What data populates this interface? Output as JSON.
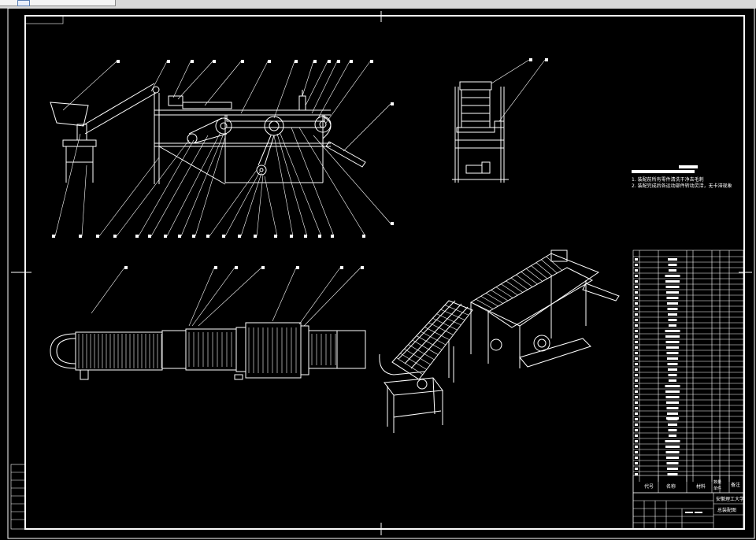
{
  "window": {
    "tab_icon": "document-icon"
  },
  "title_block": {
    "header_code": "代号",
    "header_name": "名称",
    "header_material": "材料",
    "header_quantity": "数量",
    "header_unit": "单件",
    "header_remark": "备注",
    "school": "安徽理工大学",
    "drawing_name": "总装配图",
    "mid_label": "机架支撑"
  },
  "notes": {
    "line1": "1. 装配前所有零件清洗干净去毛刺",
    "line2": "2. 装配完成后各运动部件转动灵活，无卡滞现象"
  },
  "colors": {
    "background": "#000000",
    "lines": "#ffffff"
  }
}
